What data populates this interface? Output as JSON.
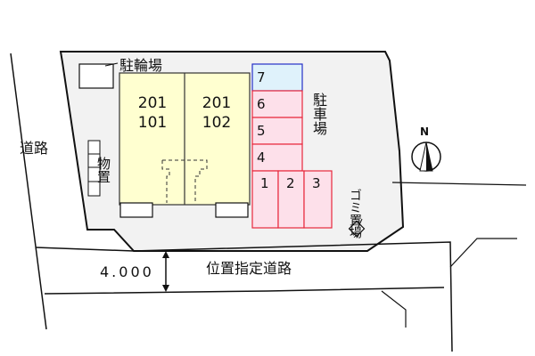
{
  "map": {
    "labels": {
      "bicycle_parking": "駐輪場",
      "side_road": "道路",
      "storage": "物置",
      "parking": "駐車場",
      "garbage": "ゴミ置場",
      "designated_road": "位置指定道路",
      "road_width": "4.000",
      "north": "N"
    },
    "units": [
      {
        "upper": "201",
        "lower": "101"
      },
      {
        "upper": "201",
        "lower": "102"
      }
    ],
    "parking_spaces": [
      "7",
      "6",
      "5",
      "4",
      "1",
      "2",
      "3"
    ],
    "colors": {
      "lot_fill": "#f2f2f2",
      "building_fill": "#ffffd0",
      "parking_fill": "#fde0ea",
      "parking_border": "#e8283c",
      "parking_7_fill": "#dff2fb",
      "parking_7_border": "#2630c8",
      "line": "#111111"
    }
  }
}
